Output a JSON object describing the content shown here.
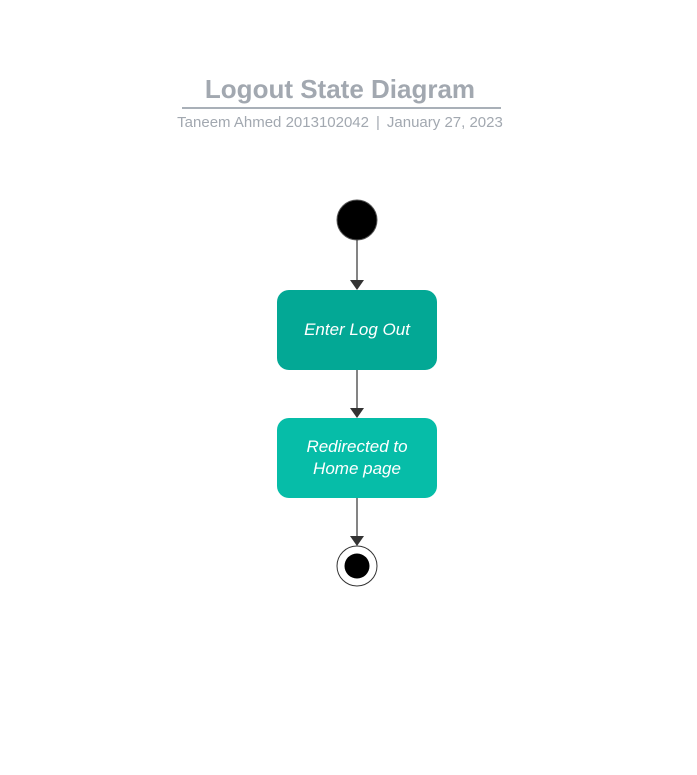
{
  "diagram": {
    "title": "Logout State Diagram",
    "author": "Taneem Ahmed 2013102042",
    "separator": "|",
    "date": "January 27, 2023",
    "states": [
      {
        "label_line1": "Enter Log Out",
        "label_line2": "",
        "color": "#03a895"
      },
      {
        "label_line1": "Redirected to",
        "label_line2": "Home page",
        "color": "#06bda8"
      }
    ],
    "start_node_color": "#000000",
    "end_node_color": "#000000",
    "arrow_color": "#333333"
  }
}
